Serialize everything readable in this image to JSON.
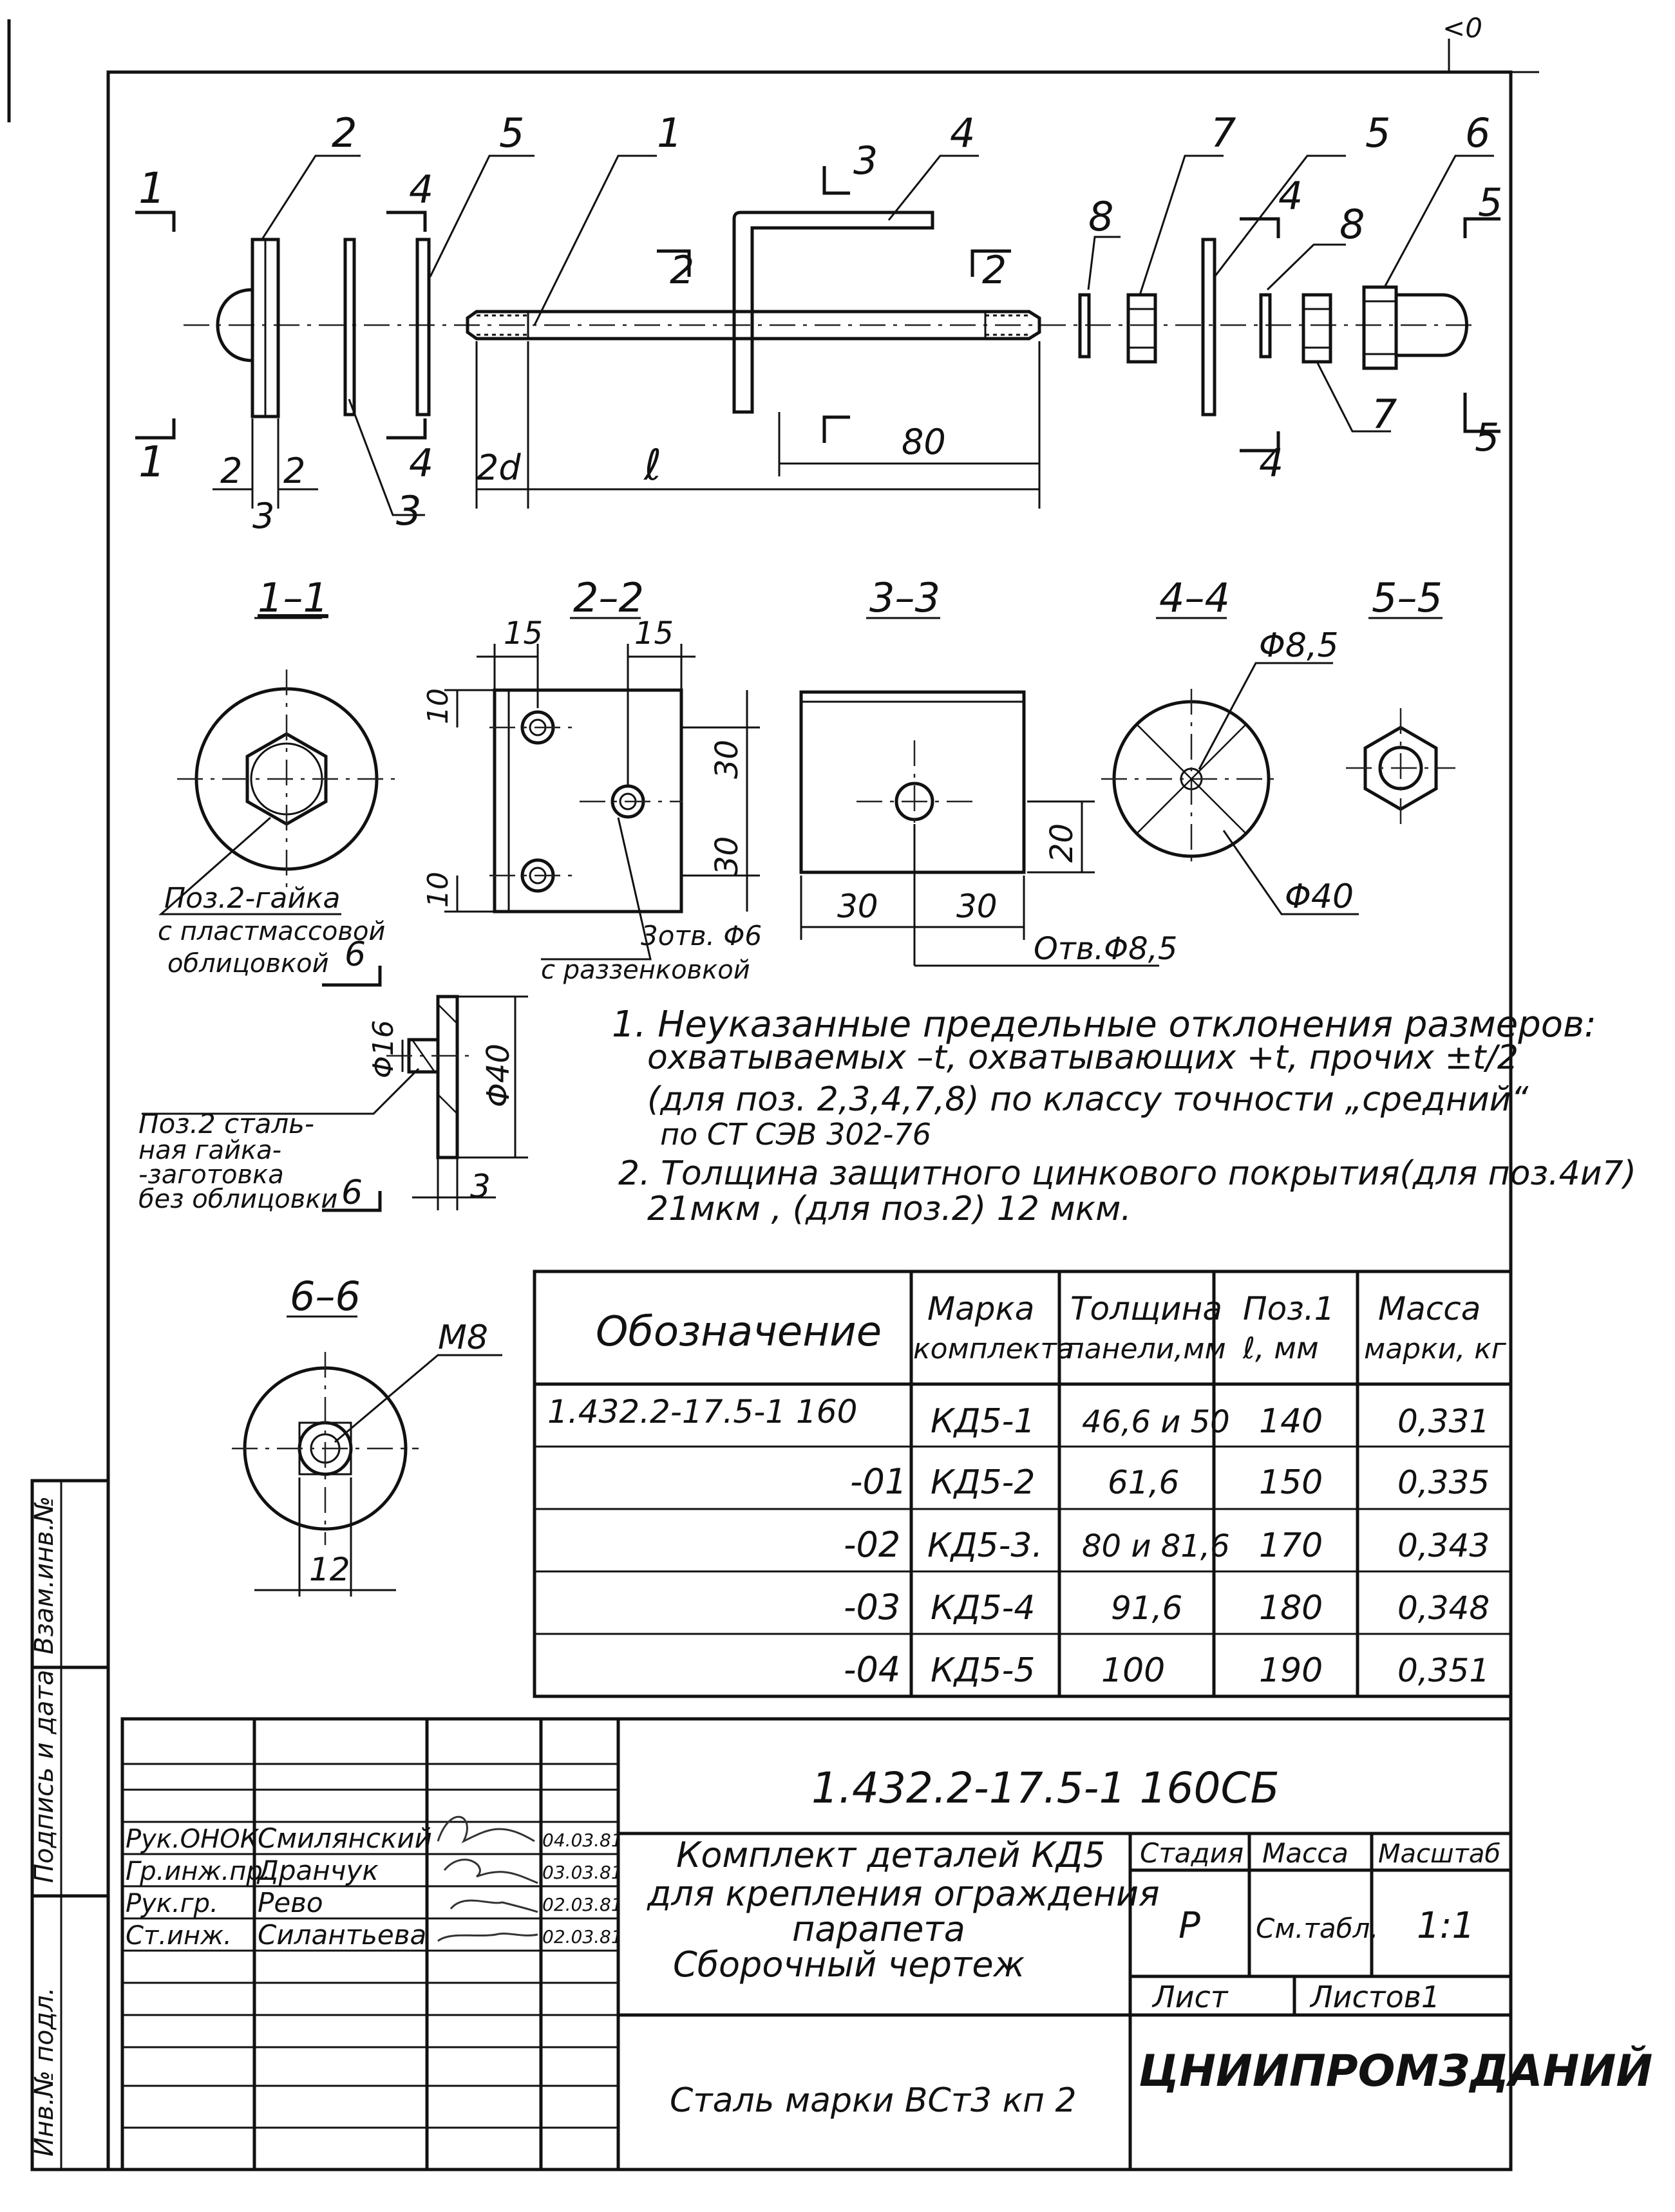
{
  "view": {
    "positions": {
      "p1": "1",
      "p2": "2",
      "p3": "3",
      "p4": "4",
      "p5": "5",
      "p6": "6",
      "p7": "7",
      "p8": "8"
    },
    "cuts": {
      "c1": "1",
      "c2": "2",
      "c3": "3",
      "c4": "4",
      "c5": "5"
    },
    "dims": {
      "two": "2",
      "twod": "2d",
      "l": "ℓ",
      "d80": "80"
    }
  },
  "sections": {
    "s11": "1–1",
    "s22": "2–2",
    "s33": "3–3",
    "s44": "4–4",
    "s55": "5–5",
    "s66": "6–6"
  },
  "section_dims": {
    "d15a": "15",
    "d15b": "15",
    "d10a": "10",
    "d10b": "10",
    "d30a": "30",
    "d30b": "30",
    "d30c": "30",
    "d30d": "30",
    "d20": "20",
    "phi85": "Φ8,5",
    "phi40": "Φ40",
    "m8": "M8",
    "d12": "12",
    "phi16": "Φ16",
    "phi40b": "Φ40",
    "d3": "3",
    "d6a": "6",
    "d6b": "6"
  },
  "callouts": {
    "nut_plastic": [
      "Поз.2-гайка",
      "с пластмассовой",
      "облицовкой"
    ],
    "holes": [
      "3отв. Φ6",
      "с раззенковкой"
    ],
    "hole85": "Отв.Φ8,5",
    "nut_steel": [
      "Поз.2 сталь-",
      "ная гайка-",
      "-заготовка",
      "без облицовки"
    ]
  },
  "notes": [
    "1. Неуказанные предельные отклонения размеров:",
    "охватываемых  –t, охватывающих +t, прочих ±t/2",
    "(для поз. 2,3,4,7,8) по классу точности „средний“",
    "по  СТ СЭВ 302-76",
    "2. Толщина защитного цинкового покрытия(для поз.4и7)",
    "21мкм ,  (для поз.2)  12 мкм."
  ],
  "spec_table": {
    "headers": [
      [
        "Обозначение"
      ],
      [
        "Марка",
        "комплекта"
      ],
      [
        "Толщина",
        "панели,мм"
      ],
      [
        "Поз.1",
        "ℓ, мм"
      ],
      [
        "Масса",
        "марки, кг"
      ]
    ],
    "rows": [
      {
        "designation": "1.432.2-17.5-1 160",
        "mark": "КД5-1",
        "thickness": "46,6 и 50",
        "length": "140",
        "mass": "0,331"
      },
      {
        "designation": "-01",
        "mark": "КД5-2",
        "thickness": "61,6",
        "length": "150",
        "mass": "0,335"
      },
      {
        "designation": "-02",
        "mark": "КД5-3.",
        "thickness": "80 и 81,6",
        "length": "170",
        "mass": "0,343"
      },
      {
        "designation": "-03",
        "mark": "КД5-4",
        "thickness": "91,6",
        "length": "180",
        "mass": "0,348"
      },
      {
        "designation": "-04",
        "mark": "КД5-5",
        "thickness": "100",
        "length": "190",
        "mass": "0,351"
      }
    ]
  },
  "title_block": {
    "doc_code": "1.432.2-17.5-1  160СБ",
    "people": [
      {
        "role": "Рук.ОНОК",
        "name": "Смилянский",
        "date": "04.03.81"
      },
      {
        "role": "Гр.инж.пр.",
        "name": "Дранчук",
        "date": "03.03.81"
      },
      {
        "role": "Рук.гр.",
        "name": "Рево",
        "date": "02.03.81"
      },
      {
        "role": "Ст.инж.",
        "name": "Силантьева",
        "date": "02.03.81"
      }
    ],
    "title_lines": [
      "Комплект деталей КД5",
      "для крепления ограждения",
      "парапета",
      "Сборочный   чертеж"
    ],
    "stage_label": "Стадия",
    "mass_label": "Масса",
    "scale_label": "Масштаб",
    "stage": "Р",
    "mass": "См.табл.",
    "scale": "1:1",
    "sheet_label": "Лист",
    "sheets_label": "Листов1",
    "organization": "ЦНИИПРОМЗДАНИЙ",
    "material": "Сталь марки ВСт3 кп 2"
  },
  "side_stamp": {
    "inv_no": "Инв.№ подл.",
    "sign_date": "Подпись и дата",
    "swap_inv": "Взам.инв.№"
  },
  "corner_mark": "<0"
}
